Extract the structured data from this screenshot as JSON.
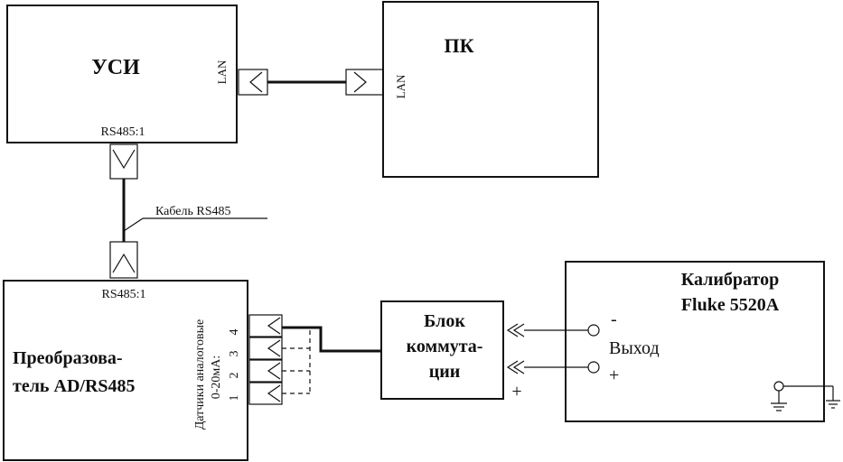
{
  "blocks": {
    "usi": {
      "title": "УСИ",
      "lan_label": "LAN",
      "port_label": "RS485:1"
    },
    "pc": {
      "title": "ПК",
      "lan_label": "LAN"
    },
    "converter": {
      "title_line1": "Преобразова-",
      "title_line2": "тель AD/RS485",
      "port_label": "RS485:1",
      "sensors_label_line1": "Датчики аналоговые",
      "sensors_label_line2": "0-20мА:",
      "channels": [
        "1",
        "2",
        "3",
        "4"
      ]
    },
    "switch_block": {
      "line1": "Блок",
      "line2": "коммута-",
      "line3": "ции",
      "plus": "+"
    },
    "calibrator": {
      "title_line1": "Калибратор",
      "title_line2": "Fluke 5520A",
      "minus": "-",
      "output": "Выход",
      "plus": "+"
    }
  },
  "cable_label": "Кабель RS485"
}
